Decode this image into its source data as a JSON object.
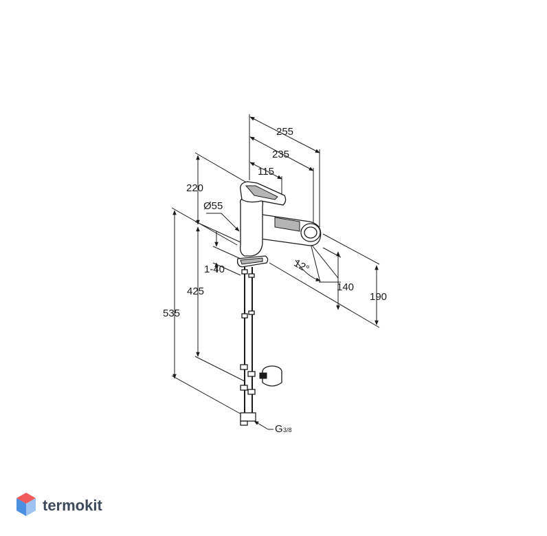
{
  "dimensions": {
    "d255": "255",
    "d235": "235",
    "d115": "115",
    "d220": "220",
    "d55": "Ø55",
    "d1_40": "1-40",
    "d425": "425",
    "d535": "535",
    "d12": "12°",
    "d140": "140",
    "d190": "190",
    "thread": "G",
    "thread_frac": "3/8"
  },
  "brand": {
    "name": "termokit",
    "colors": {
      "top": "#f05a5a",
      "left": "#4a8fe0",
      "right": "#9fc3f0",
      "text": "#3e4a5a"
    }
  }
}
